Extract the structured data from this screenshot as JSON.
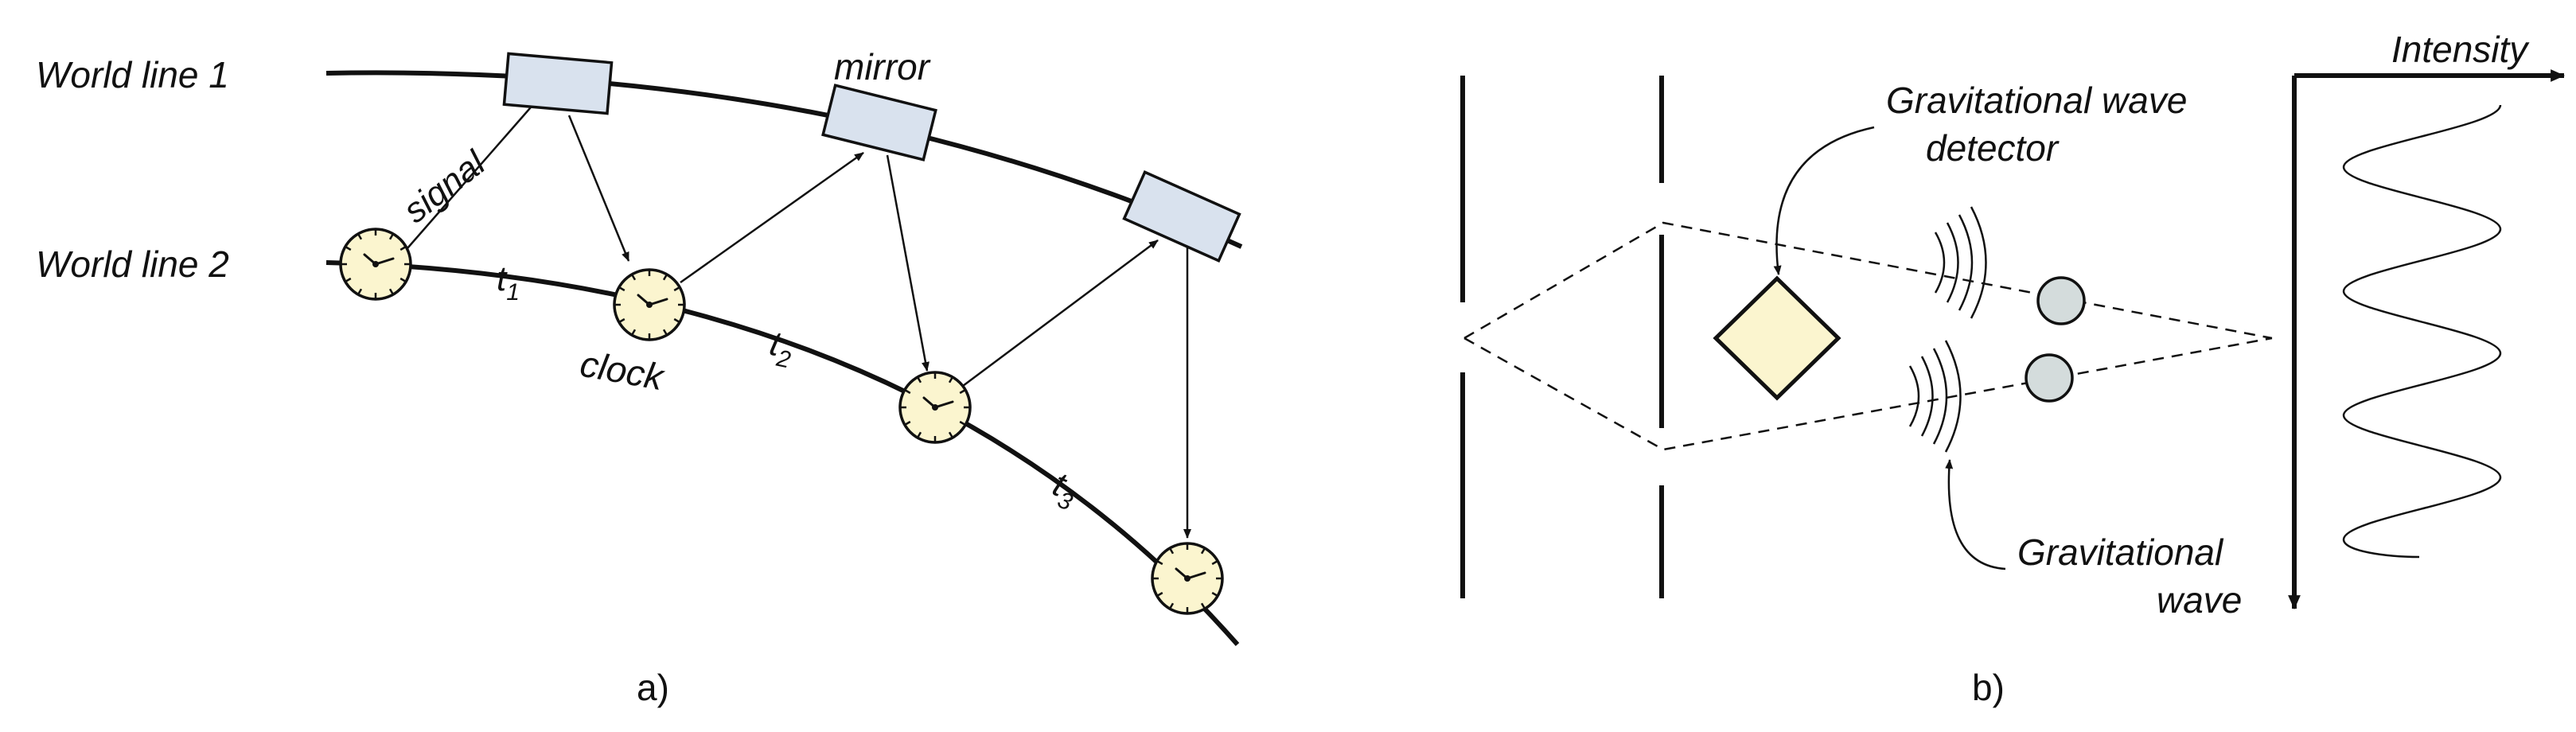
{
  "panel_a": {
    "world_line_1": "World line 1",
    "world_line_2": "World line 2",
    "signal": "signal",
    "mirror": "mirror",
    "clock": "clock",
    "t1": {
      "base": "t",
      "sub": "1"
    },
    "t2": {
      "base": "t",
      "sub": "2"
    },
    "t3": {
      "base": "t",
      "sub": "3"
    },
    "caption": "a)"
  },
  "panel_b": {
    "detector_line1": "Gravitational wave",
    "detector_line2": "detector",
    "wave_line1": "Gravitational",
    "wave_line2": "wave",
    "intensity": "Intensity",
    "caption": "b)"
  },
  "colors": {
    "clock_face": "#fbf5cf",
    "mirror_fill": "#d9e2ee",
    "detector_fill": "#fbf5cf",
    "mass_fill": "#d4dcdc"
  }
}
